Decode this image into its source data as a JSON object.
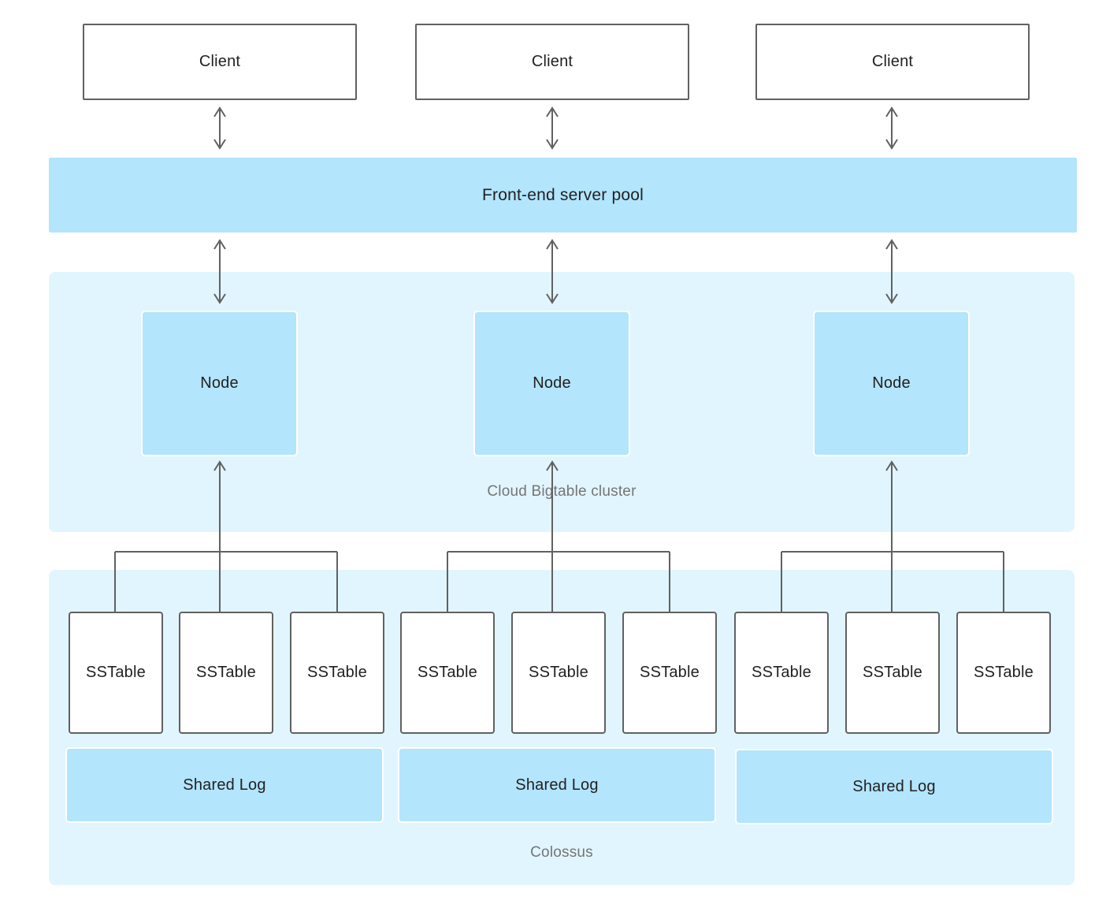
{
  "diagram": {
    "clients": [
      {
        "label": "Client"
      },
      {
        "label": "Client"
      },
      {
        "label": "Client"
      }
    ],
    "frontend_pool": {
      "label": "Front-end server pool"
    },
    "cluster": {
      "label": "Cloud Bigtable cluster",
      "nodes": [
        {
          "label": "Node"
        },
        {
          "label": "Node"
        },
        {
          "label": "Node"
        }
      ]
    },
    "colossus": {
      "label": "Colossus",
      "groups": [
        {
          "sstables": [
            "SSTable",
            "SSTable",
            "SSTable"
          ],
          "shared_log": "Shared Log"
        },
        {
          "sstables": [
            "SSTable",
            "SSTable",
            "SSTable"
          ],
          "shared_log": "Shared Log"
        },
        {
          "sstables": [
            "SSTable",
            "SSTable",
            "SSTable"
          ],
          "shared_log": "Shared Log"
        }
      ]
    },
    "colors": {
      "accent_blue": "#b3e5fc",
      "region_blue": "#e1f5fe",
      "line_gray": "#616161",
      "label_gray": "#757575",
      "text_dark": "#212121"
    }
  }
}
